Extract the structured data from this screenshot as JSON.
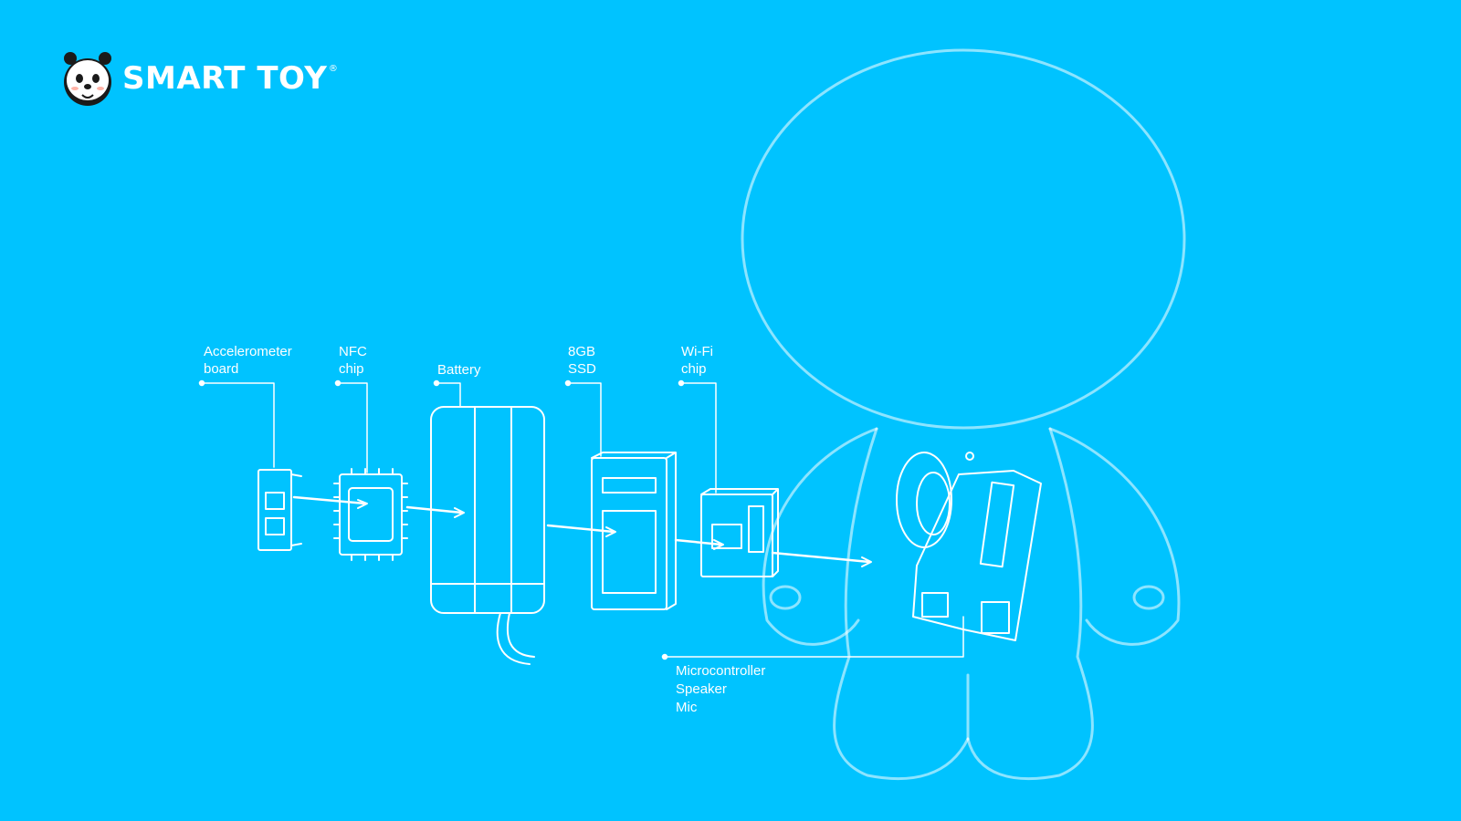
{
  "brand": {
    "name": "SMART TOY",
    "registered_mark": "®",
    "background_color": "#00c3ff",
    "line_color": "#ffffff",
    "logo_icon": "panda-face-icon"
  },
  "diagram": {
    "components": [
      {
        "id": "accelerometer",
        "label": "Accelerometer\nboard"
      },
      {
        "id": "nfc",
        "label": "NFC\nchip"
      },
      {
        "id": "battery",
        "label": "Battery"
      },
      {
        "id": "ssd",
        "label": "8GB\nSSD"
      },
      {
        "id": "wifi",
        "label": "Wi-Fi\nchip"
      },
      {
        "id": "microcontroller",
        "label": "Microcontroller\nSpeaker\nMic"
      }
    ]
  }
}
